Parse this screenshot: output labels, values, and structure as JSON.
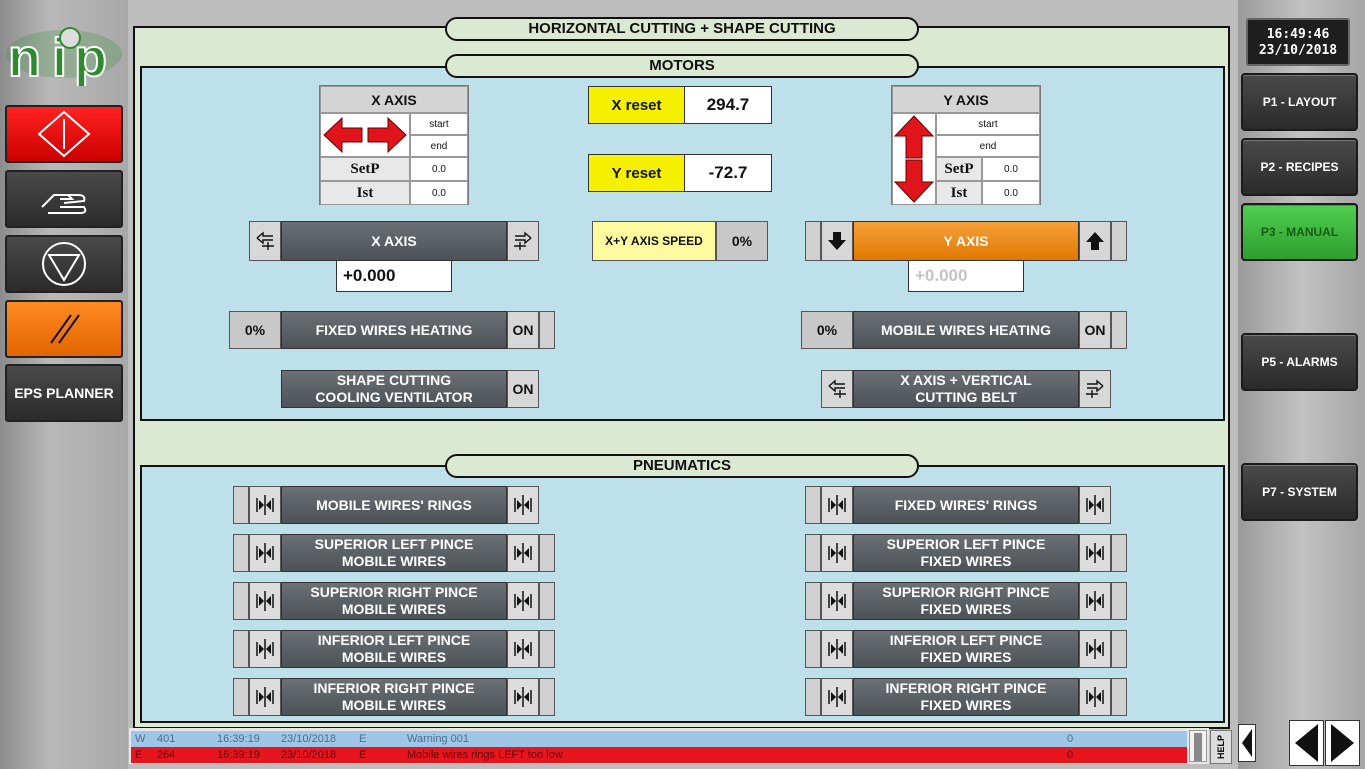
{
  "header": {
    "title": "HORIZONTAL CUTTING + SHAPE CUTTING"
  },
  "clock": {
    "time": "16:49:46",
    "date": "23/10/2018"
  },
  "left_nav": {
    "eps_planner": "EPS PLANNER"
  },
  "right_nav": {
    "p1": "P1 - LAYOUT",
    "p2": "P2 - RECIPES",
    "p3": "P3 - MANUAL",
    "p5": "P5 - ALARMS",
    "p7": "P7 - SYSTEM"
  },
  "motors": {
    "title": "MOTORS",
    "x_axis_table": {
      "header": "X AXIS",
      "start": "start",
      "end": "end",
      "setp_label": "SetP",
      "setp_value": "0.0",
      "ist_label": "Ist",
      "ist_value": "0.0"
    },
    "y_axis_table": {
      "header": "Y AXIS",
      "start": "start",
      "end": "end",
      "setp_label": "SetP",
      "setp_value": "0.0",
      "ist_label": "Ist",
      "ist_value": "0.0"
    },
    "x_reset_label": "X reset",
    "x_reset_value": "294.7",
    "y_reset_label": "Y reset",
    "y_reset_value": "-72.7",
    "x_axis_button": "X AXIS",
    "x_axis_value": "+0.000",
    "xy_speed_label": "X+Y AXIS SPEED",
    "xy_speed_value": "0%",
    "y_axis_button": "Y AXIS",
    "y_axis_value": "+0.000",
    "fixed_heating_pct": "0%",
    "fixed_heating_label": "FIXED WIRES HEATING",
    "fixed_heating_state": "ON",
    "mobile_heating_pct": "0%",
    "mobile_heating_label": "MOBILE WIRES HEATING",
    "mobile_heating_state": "ON",
    "cooling_label_1": "SHAPE CUTTING",
    "cooling_label_2": "COOLING VENTILATOR",
    "cooling_state": "ON",
    "belt_label_1": "X AXIS + VERTICAL",
    "belt_label_2": "CUTTING BELT"
  },
  "pneumatics": {
    "title": "PNEUMATICS",
    "left": [
      {
        "l1": "MOBILE WIRES' RINGS",
        "l2": ""
      },
      {
        "l1": "SUPERIOR LEFT PINCE",
        "l2": "MOBILE WIRES"
      },
      {
        "l1": "SUPERIOR RIGHT PINCE",
        "l2": "MOBILE WIRES"
      },
      {
        "l1": "INFERIOR LEFT PINCE",
        "l2": "MOBILE WIRES"
      },
      {
        "l1": "INFERIOR RIGHT PINCE",
        "l2": "MOBILE WIRES"
      }
    ],
    "right": [
      {
        "l1": "FIXED WIRES' RINGS",
        "l2": ""
      },
      {
        "l1": "SUPERIOR LEFT PINCE",
        "l2": "FIXED WIRES"
      },
      {
        "l1": "SUPERIOR RIGHT PINCE",
        "l2": "FIXED WIRES"
      },
      {
        "l1": "INFERIOR LEFT PINCE",
        "l2": "FIXED WIRES"
      },
      {
        "l1": "INFERIOR RIGHT PINCE",
        "l2": "FIXED WIRES"
      }
    ]
  },
  "alarms": [
    {
      "type": "W",
      "code": "401",
      "time": "16:39:19",
      "date": "23/10/2018",
      "cls": "E",
      "text": "Warning 001",
      "count": "0",
      "color": "#9fc6e6"
    },
    {
      "type": "E",
      "code": "264",
      "time": "16:39:19",
      "date": "23/10/2018",
      "cls": "E",
      "text": "Mobile wires rings LEFT too low",
      "count": "0",
      "color": "#e8141e"
    }
  ],
  "help_label": "HELP",
  "colors": {
    "accent_orange": "#f08a1c",
    "panel_blue": "#bde0ea",
    "panel_green": "#dbe9d3",
    "manual_green": "#3db43d"
  }
}
